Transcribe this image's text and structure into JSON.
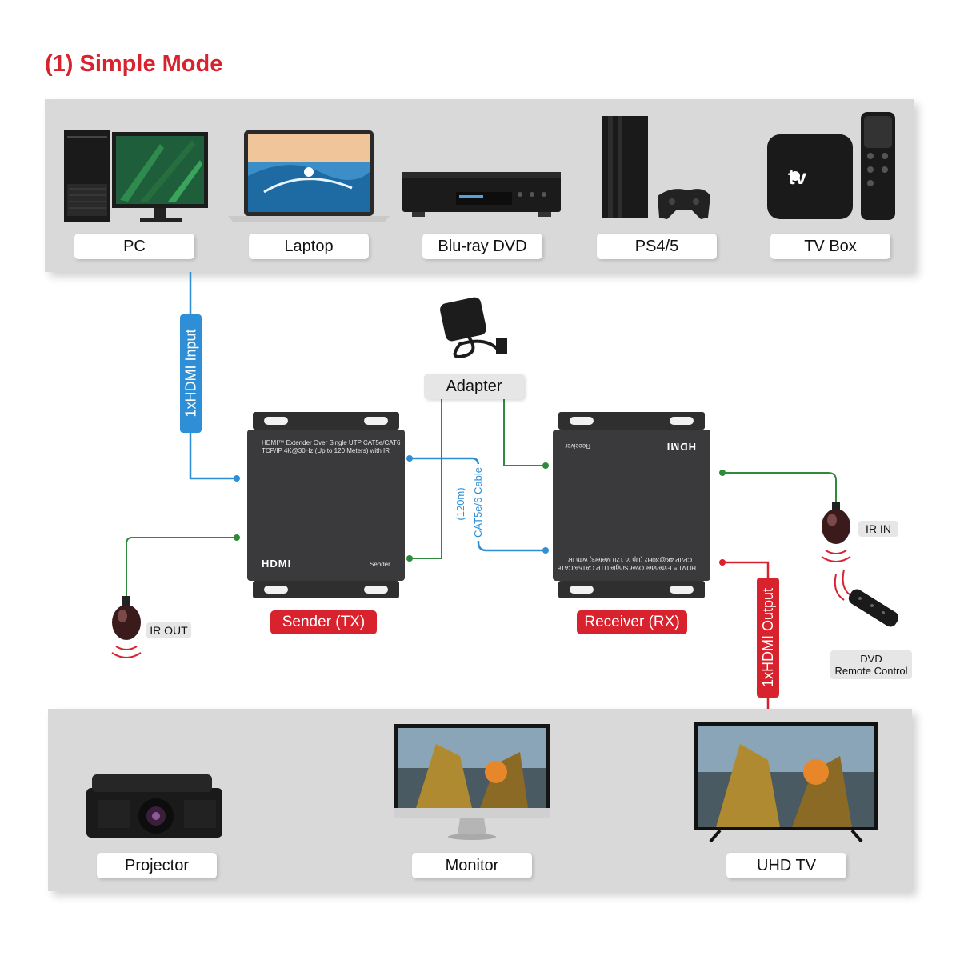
{
  "title": "(1) Simple Mode",
  "sources": [
    "PC",
    "Laptop",
    "Blu-ray DVD",
    "PS4/5",
    "TV Box"
  ],
  "displays": [
    "Projector",
    "Monitor",
    "UHD TV"
  ],
  "adapter_label": "Adapter",
  "sender": {
    "label": "Sender (TX)",
    "desc_line1": "HDMI™ Extender Over Single UTP CAT5e/CAT6",
    "desc_line2": "TCP/IP 4K@30Hz (Up to 120 Meters) with IR",
    "logo": "HDMI",
    "tag": "Sender"
  },
  "receiver": {
    "label": "Receiver (RX)",
    "desc_line1": "HDMI™ Extender Over Single UTP CAT5e/CAT6",
    "desc_line2": "TCP/IP 4K@30Hz (Up to 120 Meters) with IR",
    "logo": "HDMI",
    "tag": "Receiver"
  },
  "cables": {
    "hdmi_input": "1xHDMI Input",
    "hdmi_output": "1xHDMI Output",
    "cat_cable": "CAT5e/6 Cable",
    "cat_length": "(120m)"
  },
  "ir": {
    "ir_out": "IR OUT",
    "ir_in": "IR IN",
    "remote_line1": "DVD",
    "remote_line2": "Remote Control"
  },
  "colors": {
    "red": "#d8222d",
    "blue": "#2e8fd6",
    "green": "#2e8b3c",
    "panel": "#d9d9d9"
  }
}
